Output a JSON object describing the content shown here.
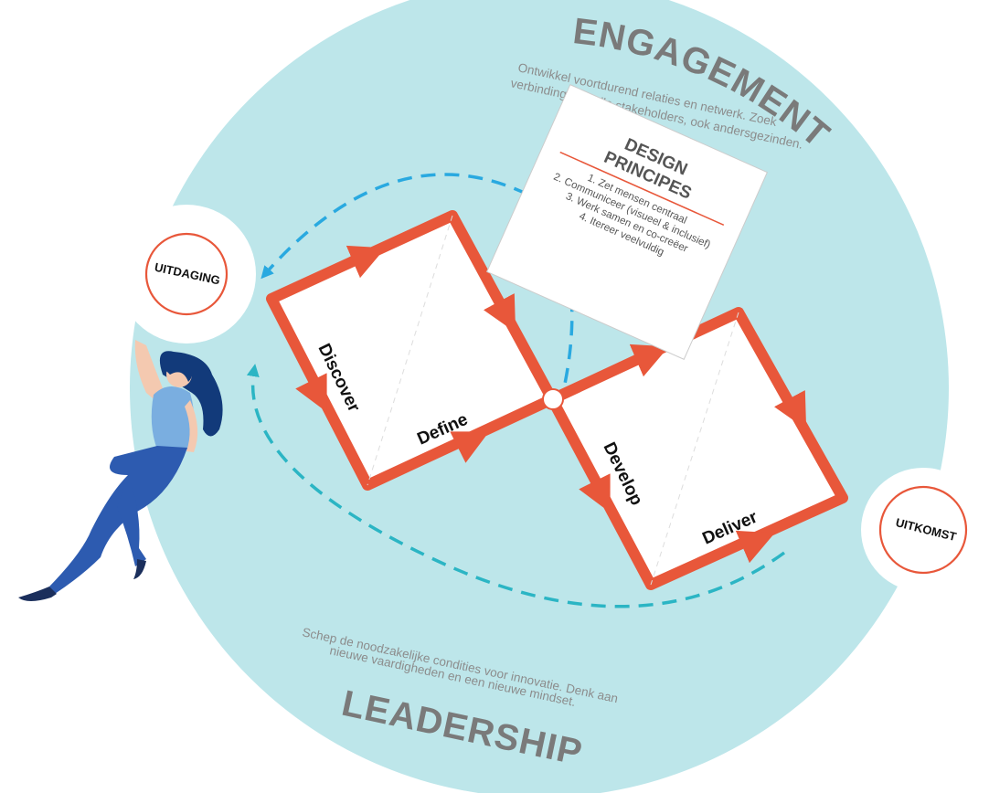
{
  "engagement": {
    "title": "ENGAGEMENT",
    "desc_line1": "Ontwikkel voortdurend relaties en netwerk. Zoek",
    "desc_line2": "verbinding met alle stakeholders, ook andersgezinden."
  },
  "leadership": {
    "title": "LEADERSHIP",
    "desc_line1": "Schep de noodzakelijke condities voor innovatie. Denk aan",
    "desc_line2": "nieuwe vaardigheden en een nieuwe mindset."
  },
  "nodes": {
    "start": "UITDAGING",
    "end": "UITKOMST"
  },
  "phases": {
    "discover": "Discover",
    "define": "Define",
    "develop": "Develop",
    "deliver": "Deliver"
  },
  "principles": {
    "title_line1": "DESIGN",
    "title_line2": "PRINCIPES",
    "items": [
      "1. Zet mensen centraal",
      "2. Communiceer (visueel & inclusief)",
      "3. Werk samen en co-creëer",
      "4. Itereer veelvuldig"
    ]
  },
  "colors": {
    "circle": "#bde6ea",
    "diamond_stroke": "#e8573a",
    "dashed_blue": "#29a9e0",
    "dashed_teal": "#2bb5c4",
    "node_ring": "#e8573a"
  },
  "illustration": "woman-floating-figure"
}
